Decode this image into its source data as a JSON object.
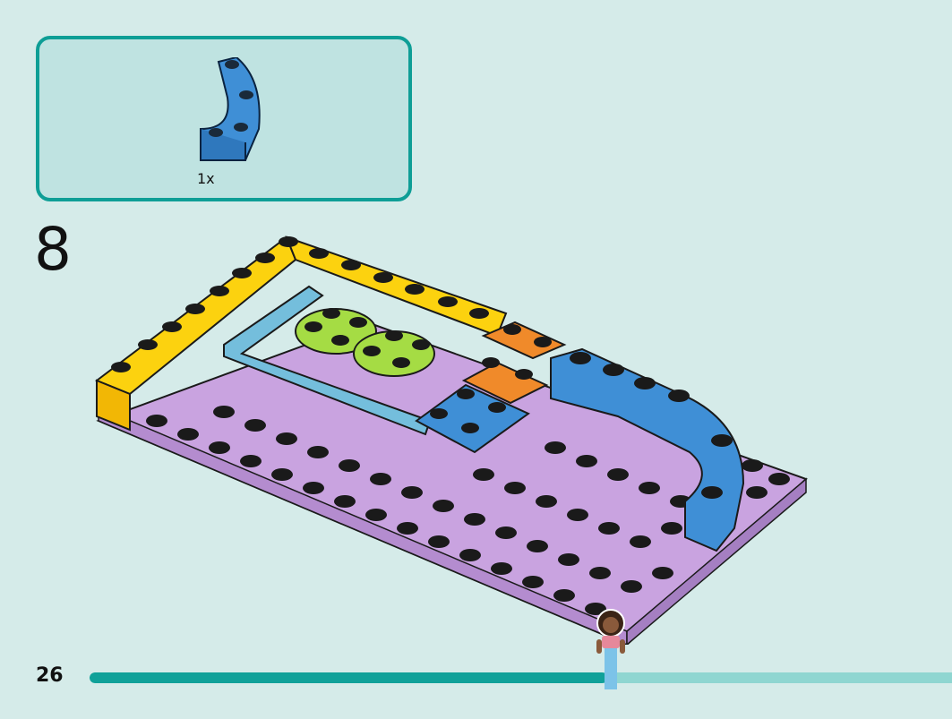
{
  "parts_callout": {
    "quantity": "1x",
    "part_icon": "blue-curved-brick-icon",
    "border_color": "#0e9e96"
  },
  "step": {
    "number": "8"
  },
  "page": {
    "number": "26"
  },
  "progress": {
    "fraction": 0.6,
    "fill_color": "#10a199",
    "track_color": "#8fd6d1"
  },
  "colors": {
    "baseplate": "#c9a3e0",
    "yellow": "#fcd20f",
    "light_blue": "#74bedc",
    "lime": "#a5dc44",
    "orange": "#f08a2a",
    "blue": "#3f8fd6"
  }
}
